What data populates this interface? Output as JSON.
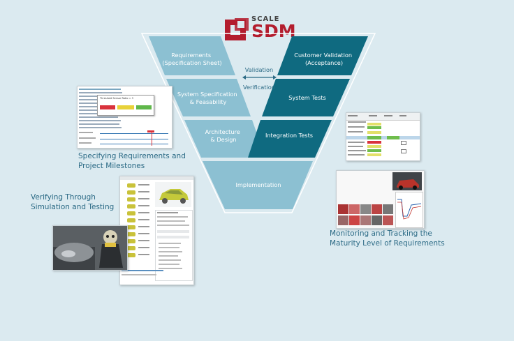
{
  "logo": {
    "small": "SCALE",
    "big": "SDM"
  },
  "vmodel": {
    "left": [
      "Requirements (Specification Sheet)",
      "System Specification & Feasability",
      "Architecture & Design"
    ],
    "left_lines": [
      [
        "Requirements",
        "(Specification Sheet)"
      ],
      [
        "System Specification",
        "& Feasability"
      ],
      [
        "Architecture",
        "& Design"
      ]
    ],
    "right_lines": [
      [
        "Customer Validation",
        "(Acceptance)"
      ],
      [
        "System Tests"
      ],
      [
        "Integration Tests"
      ]
    ],
    "bottom": "Implementation",
    "validation": "Validation",
    "verification": "Verification"
  },
  "captions": {
    "requirements": [
      "Specifying Requirements and",
      "Project Milestones"
    ],
    "simulation": [
      "Verifying Through",
      "Simulation and Testing"
    ],
    "monitoring": [
      "Monitoring and Tracking the",
      "Maturity Level of Requirements"
    ]
  },
  "thumb_popup": {
    "title": "Threshold Sensor Ratio = 3"
  },
  "colors": {
    "light_teal": "#8cc0d2",
    "dark_teal": "#0f6a80",
    "caption_blue": "#2b6a85",
    "brand_red": "#b31d2e"
  }
}
